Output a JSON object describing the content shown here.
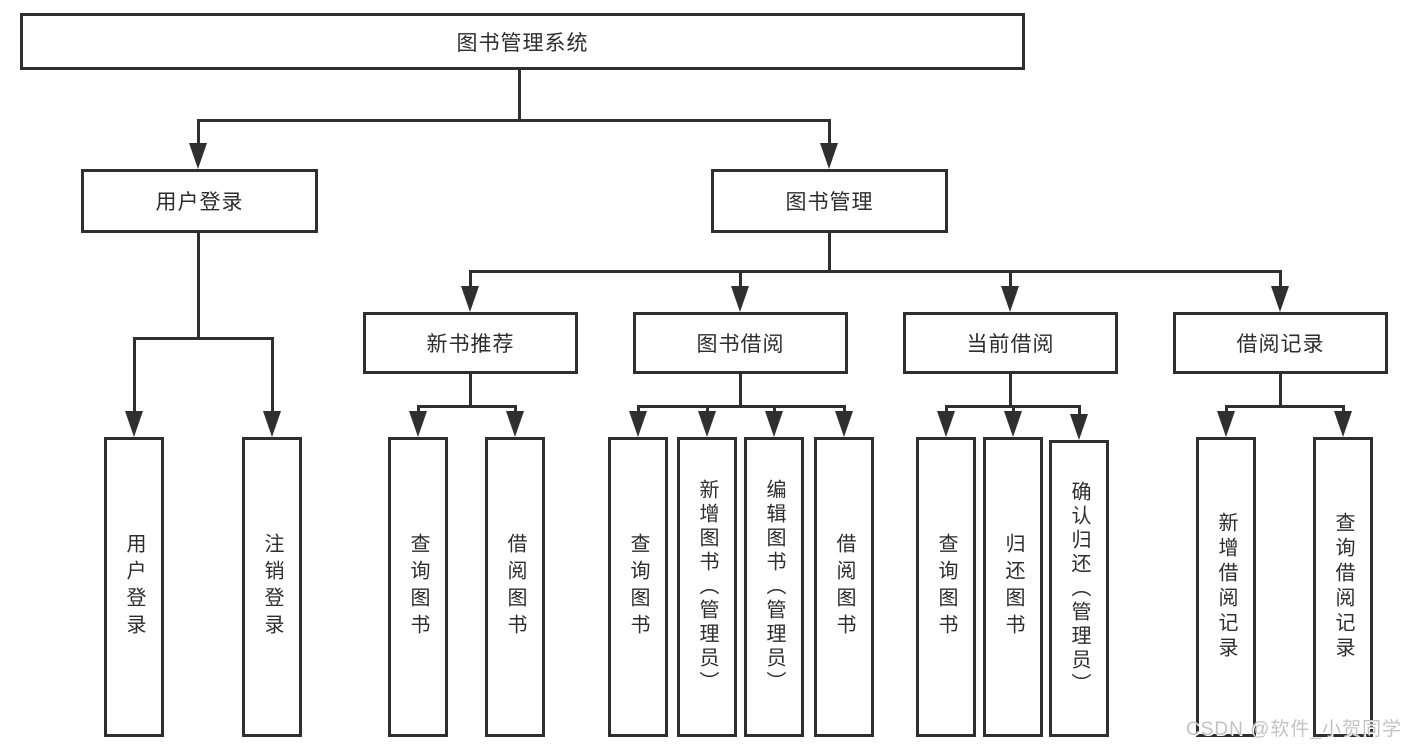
{
  "colors": {
    "line": "#2f2f2f",
    "box_border": "#2f2f2f",
    "text": "#2d2d2d",
    "background": "#ffffff",
    "watermark": "#c3c3c3"
  },
  "nodes": {
    "root": "图书管理系统",
    "login_group": "用户登录",
    "book_mgmt": "图书管理",
    "new_book_rec": "新书推荐",
    "book_borrow": "图书借阅",
    "current_borrow": "当前借阅",
    "borrow_records": "借阅记录",
    "user_login": "用户登录",
    "logout": "注销登录",
    "nbr_query_books": "查询图书",
    "nbr_borrow_books": "借阅图书",
    "bb_query_books": "查询图书",
    "bb_add_books": "新增图书（管理员）",
    "bb_edit_books": "编辑图书（管理员）",
    "bb_borrow_books": "借阅图书",
    "cb_query_books": "查询图书",
    "cb_return_books": "归还图书",
    "cb_confirm_return": "确认归还（管理员）",
    "br_add_record": "新增借阅记录",
    "br_query_record": "查询借阅记录"
  },
  "hierarchy": {
    "图书管理系统": [
      "用户登录",
      "图书管理"
    ],
    "用户登录": [
      "用户登录",
      "注销登录"
    ],
    "图书管理": [
      "新书推荐",
      "图书借阅",
      "当前借阅",
      "借阅记录"
    ],
    "新书推荐": [
      "查询图书",
      "借阅图书"
    ],
    "图书借阅": [
      "查询图书",
      "新增图书（管理员）",
      "编辑图书（管理员）",
      "借阅图书"
    ],
    "当前借阅": [
      "查询图书",
      "归还图书",
      "确认归还（管理员）"
    ],
    "借阅记录": [
      "新增借阅记录",
      "查询借阅记录"
    ]
  },
  "watermark": "CSDN @软件_小贺同学"
}
